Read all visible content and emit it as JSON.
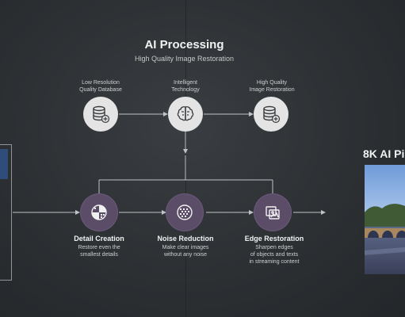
{
  "header": {
    "title": "AI Processing",
    "subtitle": "High Quality Image Restoration"
  },
  "inputs": [
    {
      "label_line1": "Low Resolution",
      "label_line2": "Quality Database",
      "icon": "database-plus-icon"
    },
    {
      "label_line1": "Intelligent",
      "label_line2": "Technology",
      "icon": "brain-icon"
    },
    {
      "label_line1": "High Quality",
      "label_line2": "Image Restoration",
      "icon": "database-plus-icon"
    }
  ],
  "stages": [
    {
      "title": "Detail Creation",
      "desc_line1": "Restore even the",
      "desc_line2": "smallest details",
      "desc_line3": "",
      "icon": "detail-pattern-icon"
    },
    {
      "title": "Noise Reduction",
      "desc_line1": "Make clear images",
      "desc_line2": "without any noise",
      "desc_line3": "",
      "icon": "noise-grid-icon"
    },
    {
      "title": "Edge Restoration",
      "desc_line1": "Sharpen edges",
      "desc_line2": "of objects and texts",
      "desc_line3": "in streaming content",
      "icon": "image-edge-icon"
    }
  ],
  "output": {
    "title": "8K AI Pi"
  },
  "colors": {
    "background": "#2c3033",
    "node_light": "#e4e4e4",
    "node_purple": "#5b4c68",
    "wire": "#bfc3c6",
    "left_panel_accent": "#2f4c7a"
  }
}
